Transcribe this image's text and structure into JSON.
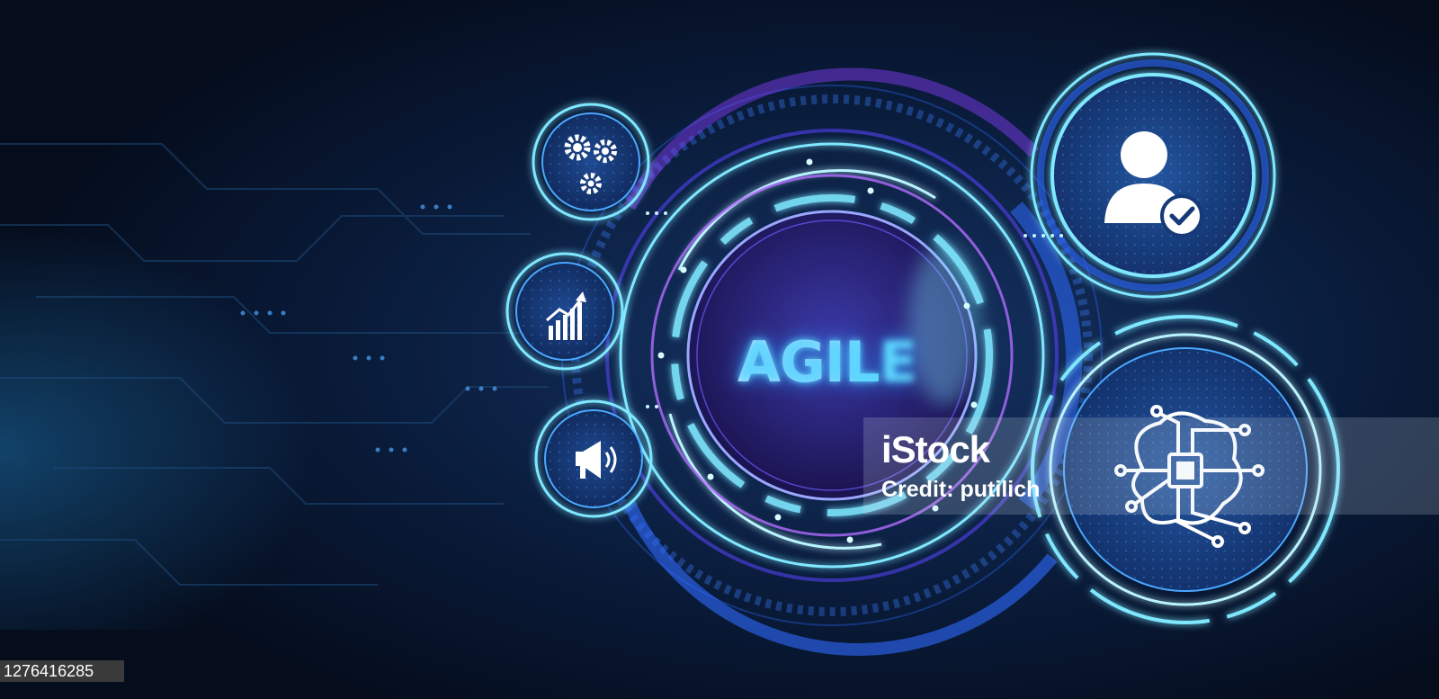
{
  "center": {
    "label": "AGILE"
  },
  "icons": {
    "left": [
      "gears-icon",
      "growth-chart-icon",
      "megaphone-icon"
    ],
    "right": [
      "user-check-icon",
      "ai-brain-chip-icon"
    ]
  },
  "watermark": {
    "logo": "iStock",
    "credit": "Credit: putilich"
  },
  "image_id": "1276416285",
  "colors": {
    "background": "#061226",
    "ring_cyan": "#7fe8ff",
    "ring_blue": "#2f6bff",
    "ring_purple": "#8a3dff",
    "badge_fill": "#163a78"
  }
}
